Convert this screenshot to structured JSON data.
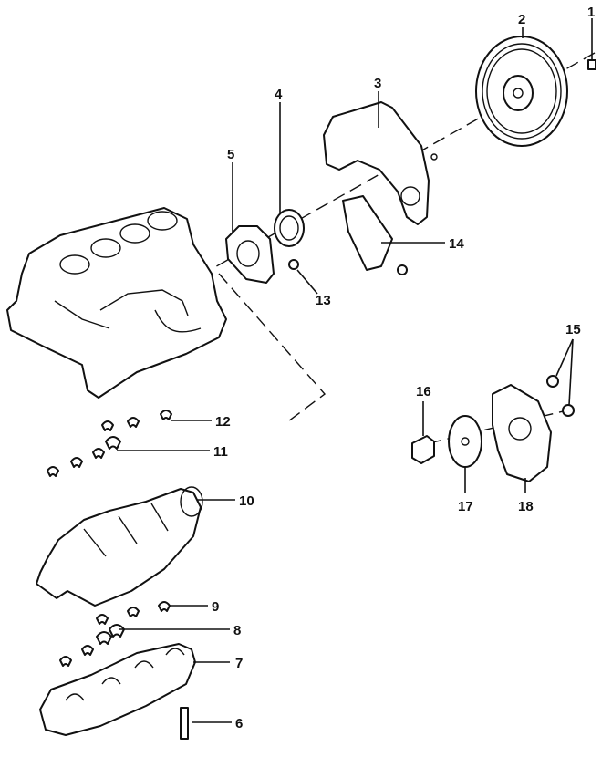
{
  "diagram": {
    "callouts": [
      {
        "id": "1",
        "label": "1"
      },
      {
        "id": "2",
        "label": "2"
      },
      {
        "id": "3",
        "label": "3"
      },
      {
        "id": "4",
        "label": "4"
      },
      {
        "id": "5",
        "label": "5"
      },
      {
        "id": "6",
        "label": "6"
      },
      {
        "id": "7",
        "label": "7"
      },
      {
        "id": "8",
        "label": "8"
      },
      {
        "id": "9",
        "label": "9"
      },
      {
        "id": "10",
        "label": "10"
      },
      {
        "id": "11",
        "label": "11"
      },
      {
        "id": "12",
        "label": "12"
      },
      {
        "id": "13",
        "label": "13"
      },
      {
        "id": "14",
        "label": "14"
      },
      {
        "id": "15",
        "label": "15"
      },
      {
        "id": "16",
        "label": "16"
      },
      {
        "id": "17",
        "label": "17"
      },
      {
        "id": "18",
        "label": "18"
      }
    ],
    "colors": {
      "line": "#111111",
      "background": "#ffffff"
    }
  }
}
